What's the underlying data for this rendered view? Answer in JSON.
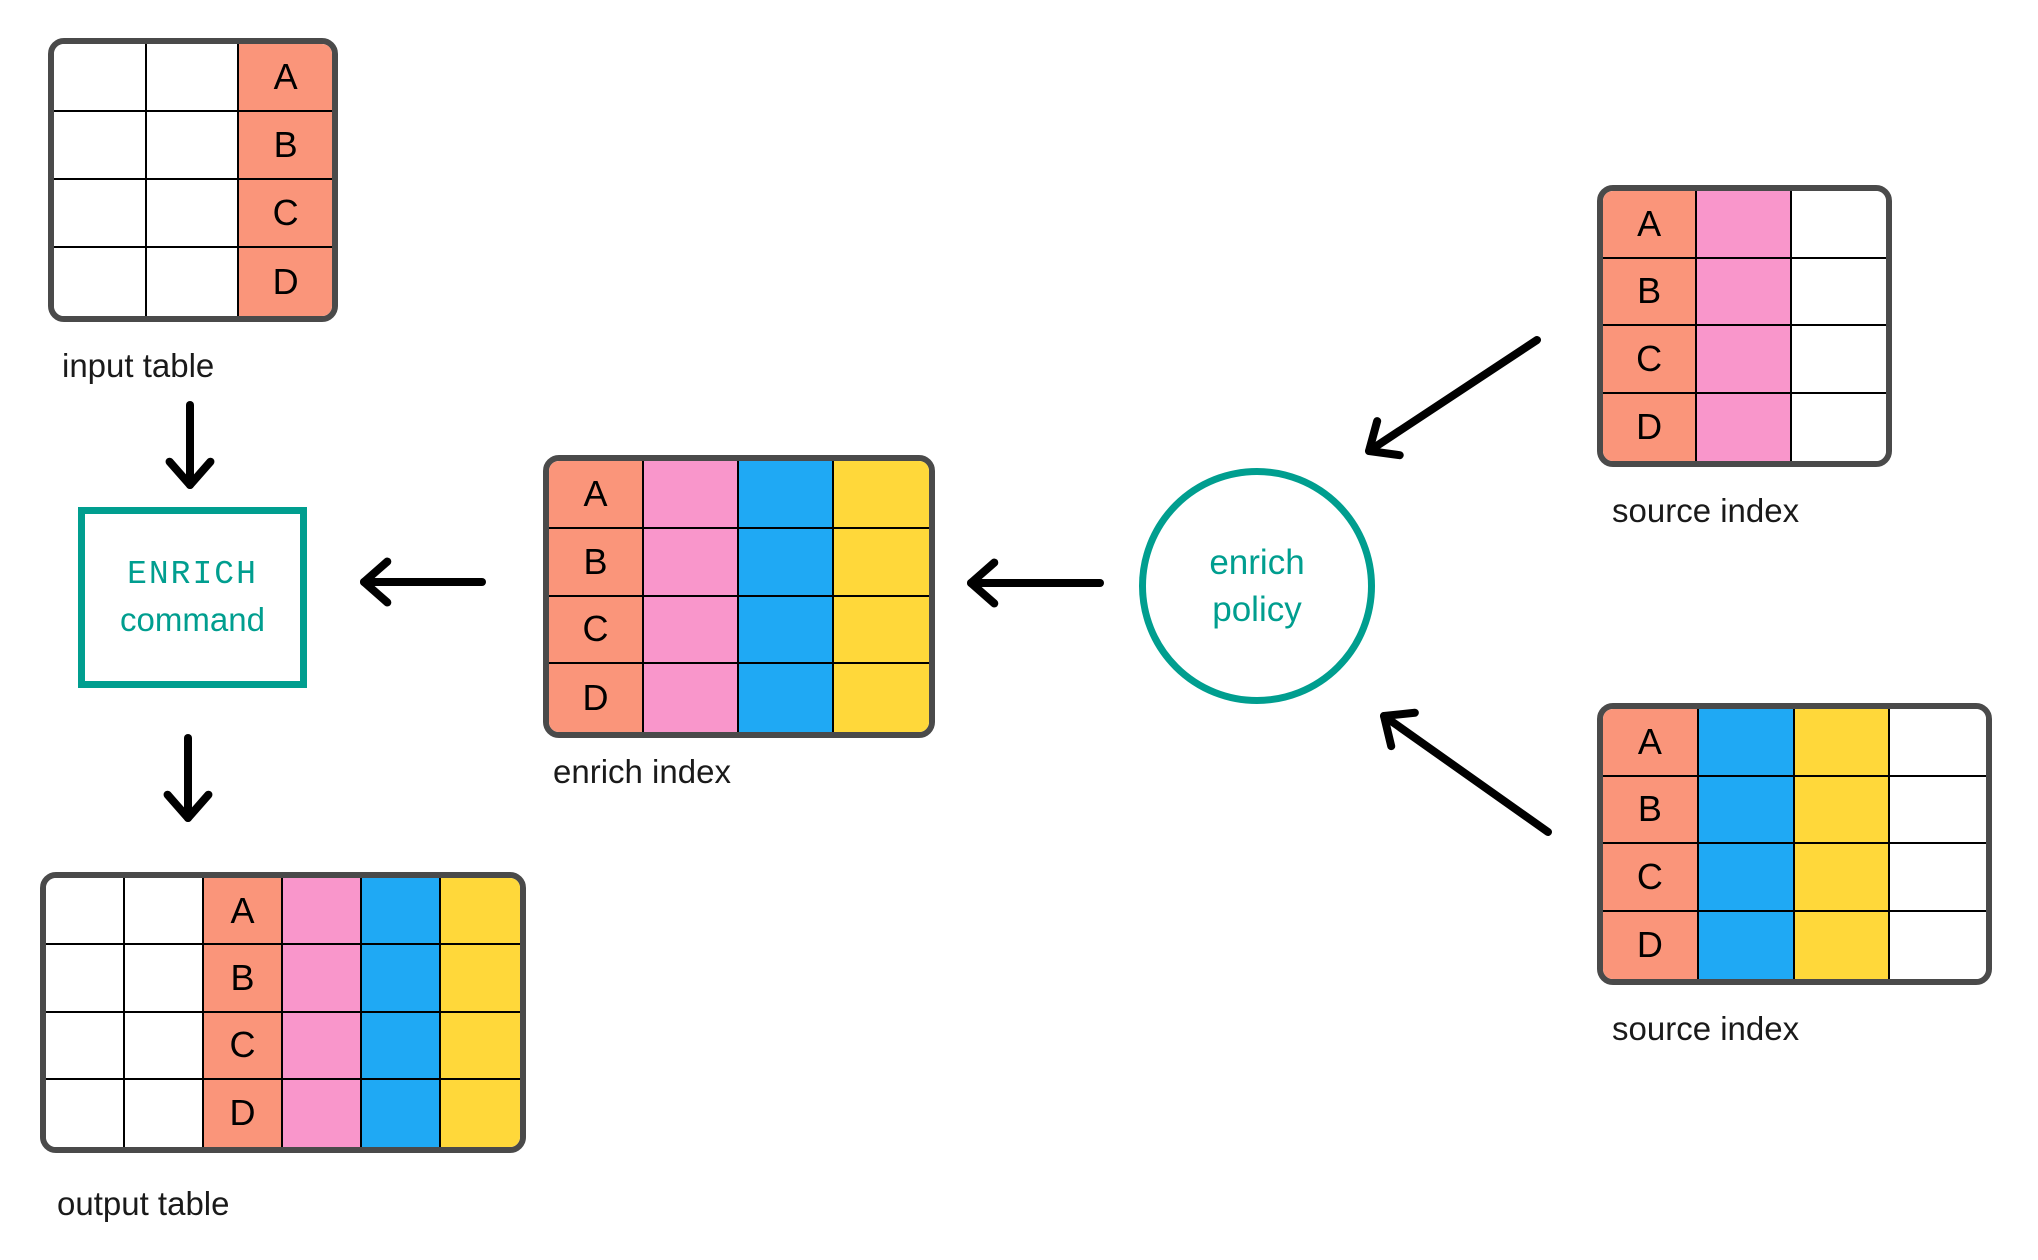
{
  "colors": {
    "salmon": "#FA957A",
    "pink": "#F996CB",
    "blue": "#1FA9F4",
    "yellow": "#FFD83A",
    "white": "#FFFFFF",
    "teal": "#009E8F",
    "table_border": "#4A4A4A",
    "grid_line": "#000000",
    "arrow": "#000000",
    "label_text": "#1A1A1A",
    "background": "#FFFFFF"
  },
  "nodes": {
    "input_table": {
      "label": "input table",
      "row_keys": [
        "A",
        "B",
        "C",
        "D"
      ],
      "columns": [
        "white",
        "white",
        "salmon"
      ]
    },
    "enrich_command": {
      "line1": "ENRICH",
      "line2": "command"
    },
    "output_table": {
      "label": "output table",
      "row_keys": [
        "A",
        "B",
        "C",
        "D"
      ],
      "columns": [
        "white",
        "white",
        "salmon",
        "pink",
        "blue",
        "yellow"
      ]
    },
    "enrich_index": {
      "label": "enrich index",
      "row_keys": [
        "A",
        "B",
        "C",
        "D"
      ],
      "columns": [
        "salmon",
        "pink",
        "blue",
        "yellow"
      ]
    },
    "enrich_policy": {
      "line1": "enrich",
      "line2": "policy"
    },
    "source_index_top": {
      "label": "source index",
      "row_keys": [
        "A",
        "B",
        "C",
        "D"
      ],
      "columns": [
        "salmon",
        "pink",
        "white"
      ]
    },
    "source_index_bottom": {
      "label": "source index",
      "row_keys": [
        "A",
        "B",
        "C",
        "D"
      ],
      "columns": [
        "salmon",
        "blue",
        "yellow",
        "white"
      ]
    }
  },
  "edges": [
    {
      "from": "input table",
      "to": "ENRICH command"
    },
    {
      "from": "enrich index",
      "to": "ENRICH command"
    },
    {
      "from": "ENRICH command",
      "to": "output table"
    },
    {
      "from": "enrich policy",
      "to": "enrich index"
    },
    {
      "from": "source index top",
      "to": "enrich policy"
    },
    {
      "from": "source index bottom",
      "to": "enrich policy"
    }
  ]
}
